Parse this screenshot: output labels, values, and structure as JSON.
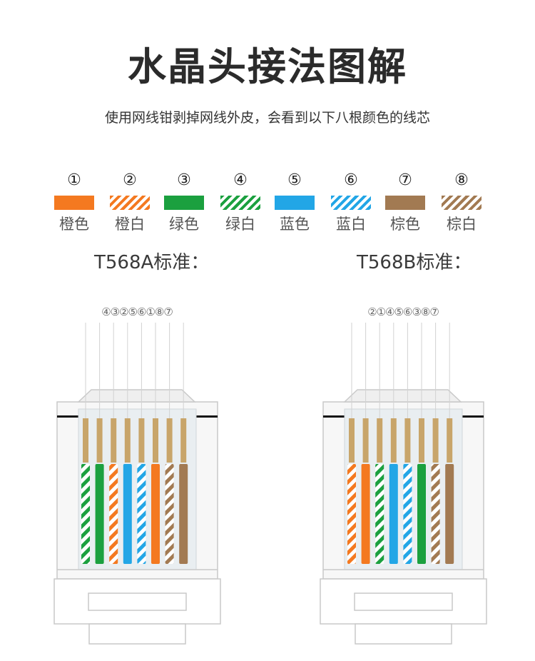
{
  "title": "水晶头接法图解",
  "subtitle": "使用网线钳剥掉网线外皮，会看到以下八根颜色的线芯",
  "colors": {
    "orange": "#f47920",
    "green": "#1ba03f",
    "blue": "#22a6e6",
    "brown": "#a27a52",
    "copper": "#c8a56a"
  },
  "wires": [
    {
      "num": "①",
      "label": "橙色",
      "color": "orange",
      "striped": false
    },
    {
      "num": "②",
      "label": "橙白",
      "color": "orange",
      "striped": true
    },
    {
      "num": "③",
      "label": "绿色",
      "color": "green",
      "striped": false
    },
    {
      "num": "④",
      "label": "绿白",
      "color": "green",
      "striped": true
    },
    {
      "num": "⑤",
      "label": "蓝色",
      "color": "blue",
      "striped": false
    },
    {
      "num": "⑥",
      "label": "蓝白",
      "color": "blue",
      "striped": true
    },
    {
      "num": "⑦",
      "label": "棕色",
      "color": "brown",
      "striped": false
    },
    {
      "num": "⑧",
      "label": "棕白",
      "color": "brown",
      "striped": true
    }
  ],
  "standards": [
    {
      "label": "T568A标准：",
      "order": [
        4,
        3,
        2,
        5,
        6,
        1,
        8,
        7
      ]
    },
    {
      "label": "T568B标准：",
      "order": [
        2,
        1,
        4,
        5,
        6,
        3,
        8,
        7
      ]
    }
  ]
}
